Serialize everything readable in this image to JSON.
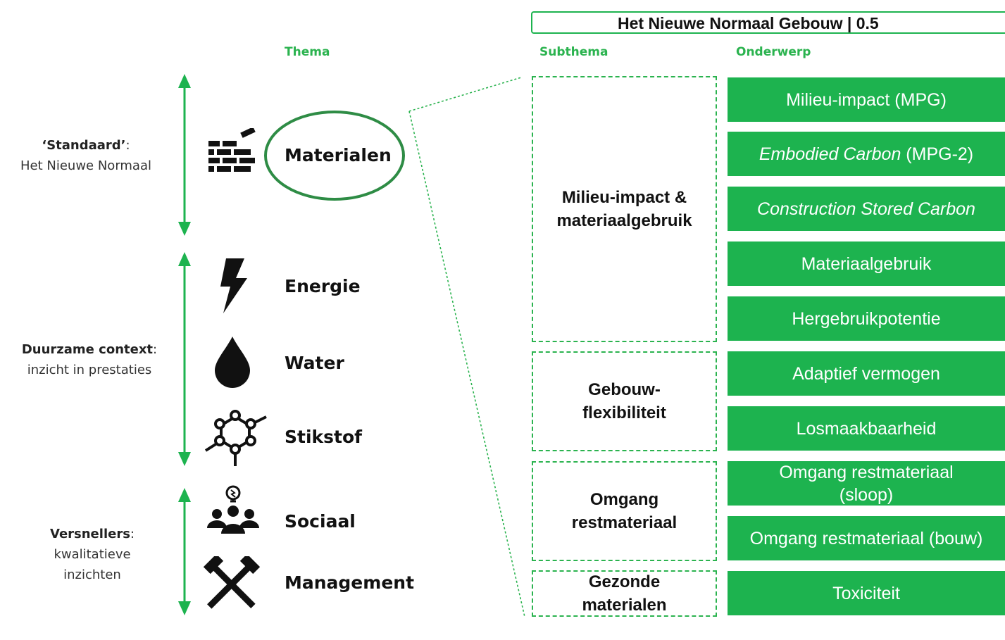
{
  "title": "Het Nieuwe Normaal Gebouw | 0.5",
  "columns": {
    "thema": "Thema",
    "subthema": "Subthema",
    "onderwerp": "Onderwerp"
  },
  "groups": [
    {
      "bold": "‘Standaard’",
      "suffix": ":",
      "line2": "Het Nieuwe Normaal"
    },
    {
      "bold": "Duurzame context",
      "suffix": ":",
      "line2": "inzicht in prestaties"
    },
    {
      "bold": "Versnellers",
      "suffix": ":",
      "line2": "kwalitatieve",
      "line3": "inzichten"
    }
  ],
  "themes": [
    {
      "label": "Materialen",
      "icon": "brick-wall-icon",
      "highlighted": true
    },
    {
      "label": "Energie",
      "icon": "lightning-icon"
    },
    {
      "label": "Water",
      "icon": "water-drop-icon"
    },
    {
      "label": "Stikstof",
      "icon": "molecule-icon"
    },
    {
      "label": "Sociaal",
      "icon": "people-idea-icon"
    },
    {
      "label": "Management",
      "icon": "crossed-hammers-icon"
    }
  ],
  "subthemes": [
    {
      "line1": "Milieu-impact &",
      "line2": "materiaalgebruik"
    },
    {
      "line1": "Gebouw-",
      "line2": "flexibiliteit"
    },
    {
      "line1": "Omgang",
      "line2": "restmateriaal"
    },
    {
      "line1": "Gezonde",
      "line2": "materialen"
    }
  ],
  "topics": [
    {
      "main": "Milieu-impact (MPG)",
      "italic": "",
      "rest": ""
    },
    {
      "main": "",
      "italic": "Embodied Carbon",
      "rest": " (MPG-2)"
    },
    {
      "main": "",
      "italic": "Construction Stored Carbon",
      "rest": ""
    },
    {
      "main": "Materiaalgebruik",
      "italic": "",
      "rest": ""
    },
    {
      "main": "Hergebruikpotentie",
      "italic": "",
      "rest": ""
    },
    {
      "main": "Adaptief vermogen",
      "italic": "",
      "rest": ""
    },
    {
      "main": "Losmaakbaarheid",
      "italic": "",
      "rest": ""
    },
    {
      "main": "Omgang restmateriaal",
      "italic": "",
      "rest": "",
      "line2": "(sloop)"
    },
    {
      "main": "Omgang restmateriaal (bouw)",
      "italic": "",
      "rest": ""
    },
    {
      "main": "Toxiciteit",
      "italic": "",
      "rest": ""
    }
  ],
  "colors": {
    "accent": "#1db34f",
    "dashed": "#2bb34f",
    "text": "#111111"
  }
}
